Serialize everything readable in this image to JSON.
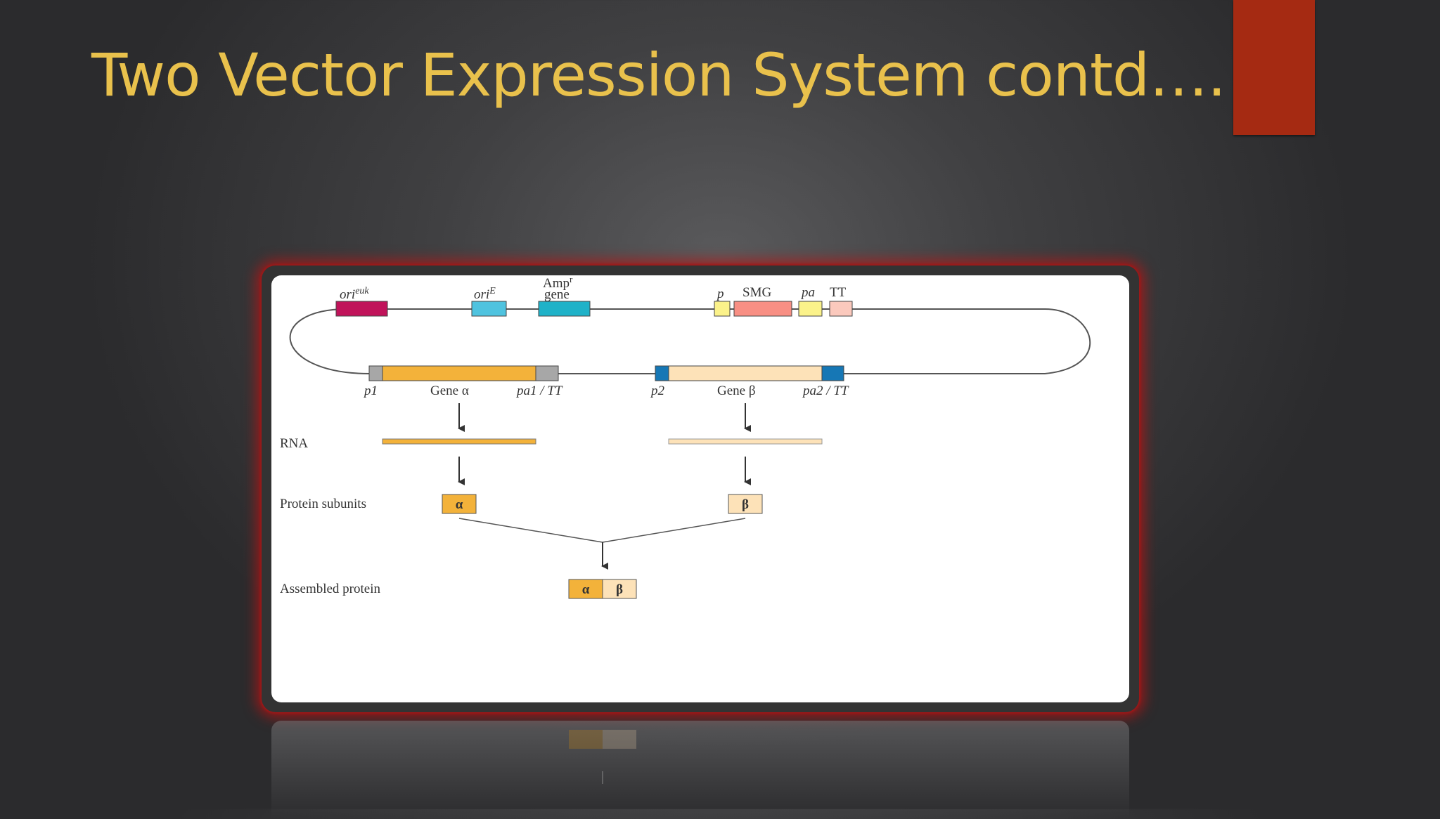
{
  "slide": {
    "title": "Two Vector Expression System contd….",
    "accent_color": "#a52a12",
    "title_color": "#e9c14c"
  },
  "diagram": {
    "top_labels": {
      "ori_euk": "ori",
      "ori_euk_sup": "euk",
      "ori_e": "ori",
      "ori_e_sup": "E",
      "amp_line1": "Amp",
      "amp_sup": "r",
      "amp_line2": "gene",
      "p": "p",
      "smg": "SMG",
      "pa": "pa",
      "tt": "TT"
    },
    "bottom_labels": {
      "p1": "p1",
      "gene_alpha": "Gene α",
      "pa1_tt": "pa1 / TT",
      "p2": "p2",
      "gene_beta": "Gene β",
      "pa2_tt": "pa2 / TT"
    },
    "rows": {
      "rna": "RNA",
      "protein_subunits": "Protein subunits",
      "assembled_protein": "Assembled protein"
    },
    "subunits": {
      "alpha": "α",
      "beta": "β"
    },
    "colors": {
      "ori_euk": "#c0135a",
      "ori_e": "#4fc3df",
      "amp": "#1fb2c8",
      "promoter_yellow": "#fbf28a",
      "smg": "#f88f84",
      "tt": "#fbc9bd",
      "gray_element": "#a7a7a7",
      "gene_alpha": "#f3b23a",
      "gene_beta": "#fde2b8",
      "blue_element": "#1677b5"
    }
  }
}
